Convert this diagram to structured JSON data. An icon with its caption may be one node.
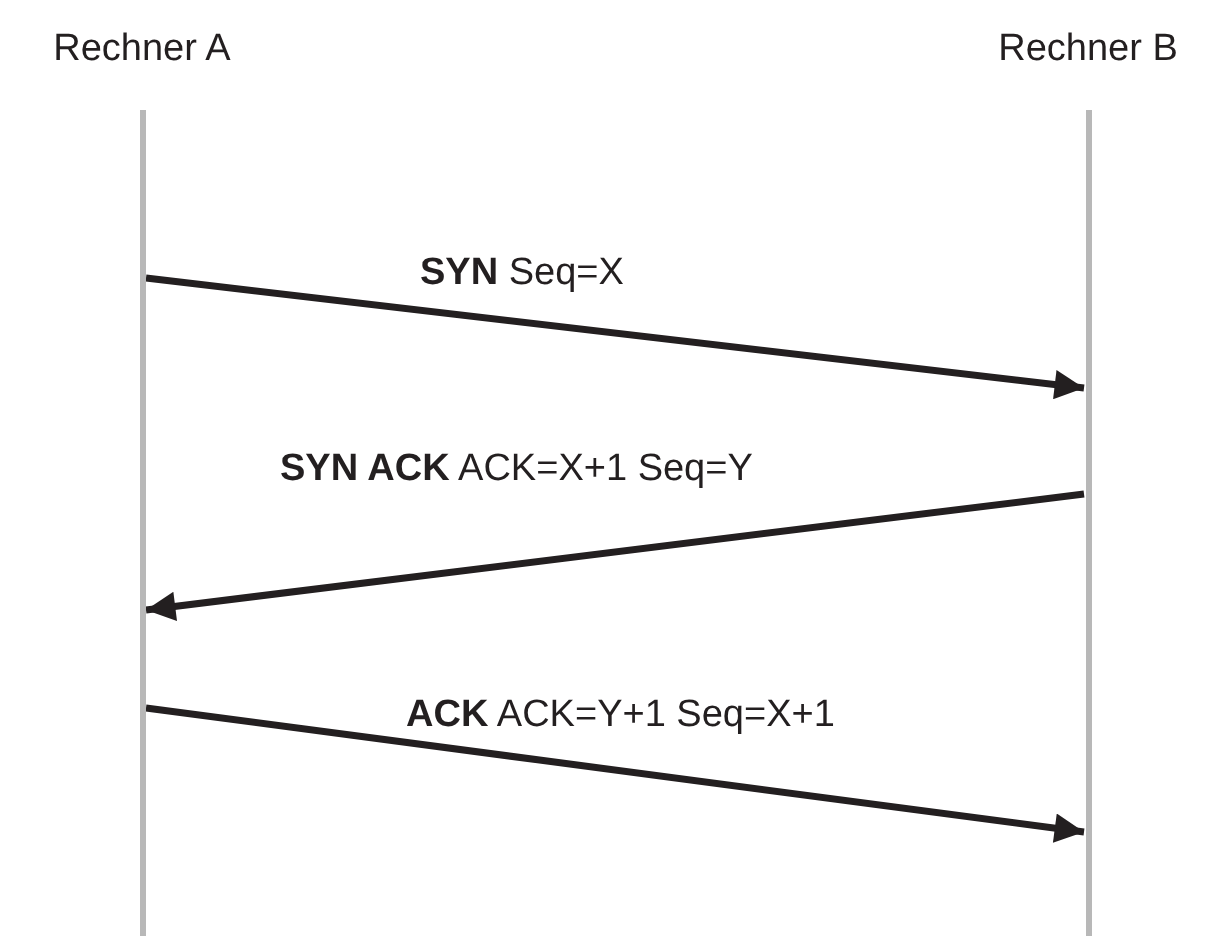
{
  "diagram": {
    "nodes": [
      {
        "text": [
          "Rechner A"
        ]
      },
      {
        "text": [
          "Rechner B"
        ]
      }
    ],
    "edges": [
      {
        "from": 0,
        "to": 1,
        "arrow": "to",
        "label": "**SYN** Seq=X"
      },
      {
        "from": 1,
        "to": 0,
        "arrow": "to",
        "label": "**SYN ACK** ACK=X+1 Seq=Y"
      },
      {
        "from": 0,
        "to": 1,
        "arrow": "to",
        "label": "**ACK** ACK=Y+1 Seq=X+1"
      }
    ]
  }
}
